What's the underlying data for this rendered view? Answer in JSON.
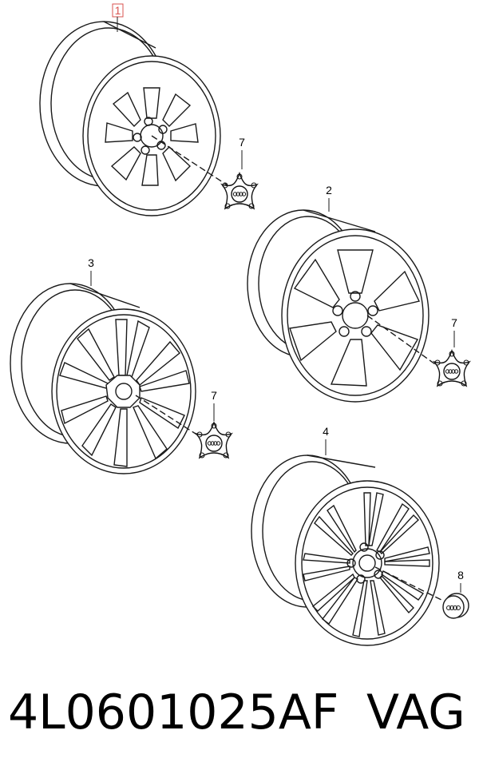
{
  "callouts": {
    "c1": "1",
    "c2": "2",
    "c3": "3",
    "c4": "4",
    "c7a": "7",
    "c7b": "7",
    "c7c": "7",
    "c8": "8"
  },
  "footer": {
    "part_number": "4L0601025AF",
    "brand": "VAG"
  },
  "colors": {
    "line": "#1a1a1a",
    "highlight": "#d9534f"
  }
}
